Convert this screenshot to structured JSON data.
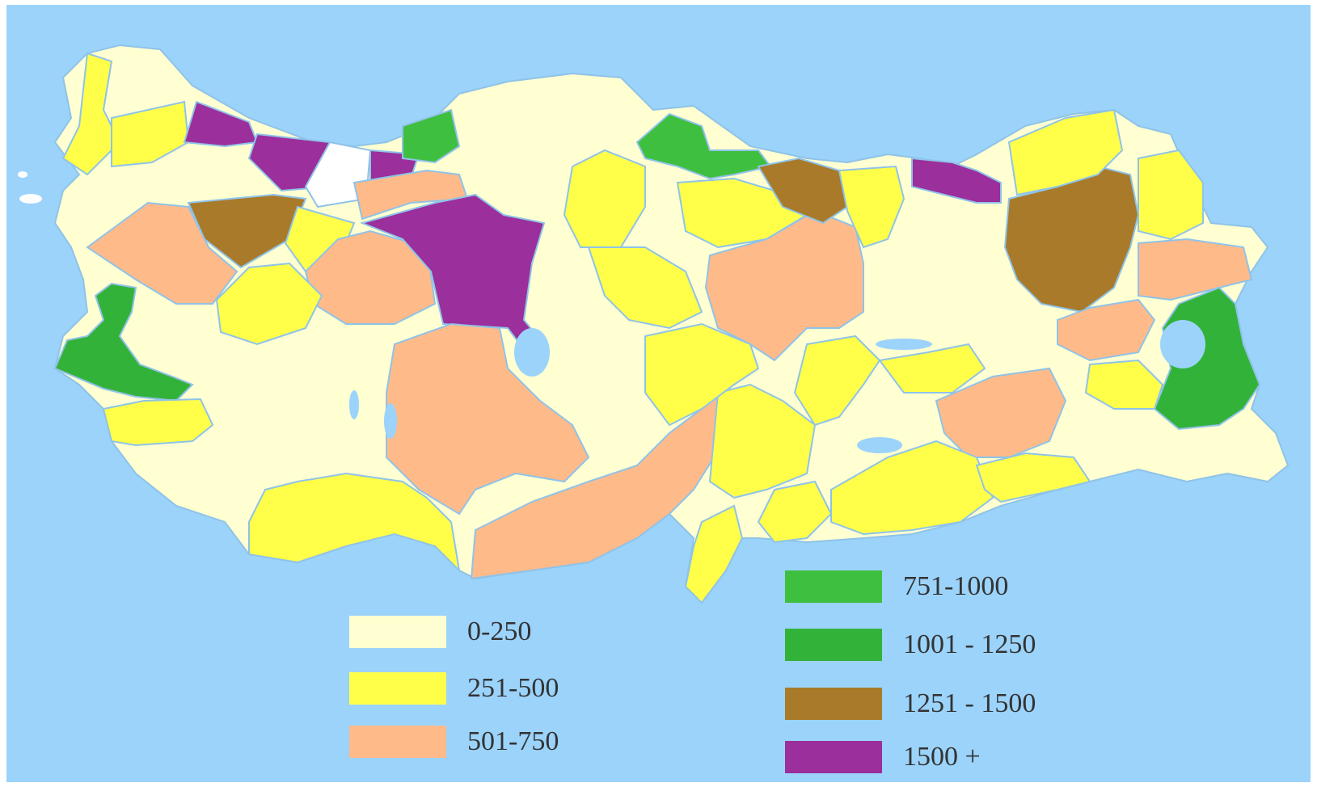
{
  "map": {
    "legend": [
      {
        "label": "0-250",
        "color": "#ffffd2"
      },
      {
        "label": "251-500",
        "color": "#ffff4a"
      },
      {
        "label": "501-750",
        "color": "#ffba8a"
      },
      {
        "label": "751-1000",
        "color": "#3fbf3f"
      },
      {
        "label": "1001 - 1250",
        "color": "#33b23a"
      },
      {
        "label": "1251 - 1500",
        "color": "#a87a2a"
      },
      {
        "label": "1500 +",
        "color": "#9b2f9b"
      }
    ],
    "colors": {
      "sea": "#9bd3fb",
      "lake": "#9bd3fb",
      "border": "#8fc3e8",
      "no_data": "#ffffff"
    }
  }
}
